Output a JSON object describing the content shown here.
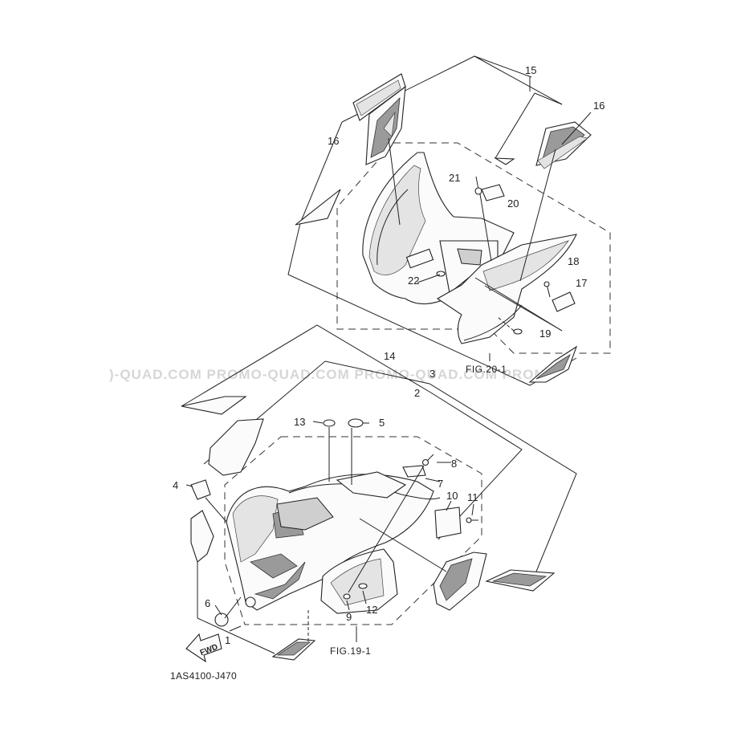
{
  "diagram": {
    "part_number": "1AS4100-J470",
    "figures": {
      "front": "FIG.20-1",
      "rear": "FIG.19-1"
    },
    "fwd_arrow": "FWD",
    "watermark": ")-QUAD.COM   PROMO-QUAD.COM   PROMO-QUAD.COM   PROMO",
    "callouts": {
      "c1": "1",
      "c2": "2",
      "c3": "3",
      "c4": "4",
      "c5": "5",
      "c6": "6",
      "c7": "7",
      "c8": "8",
      "c9": "9",
      "c10": "10",
      "c11": "11",
      "c12": "12",
      "c13": "13",
      "c14": "14",
      "c15": "15",
      "c16a": "16",
      "c16b": "16",
      "c17": "17",
      "c18": "18",
      "c19": "19",
      "c20": "20",
      "c21": "21",
      "c22": "22"
    }
  }
}
